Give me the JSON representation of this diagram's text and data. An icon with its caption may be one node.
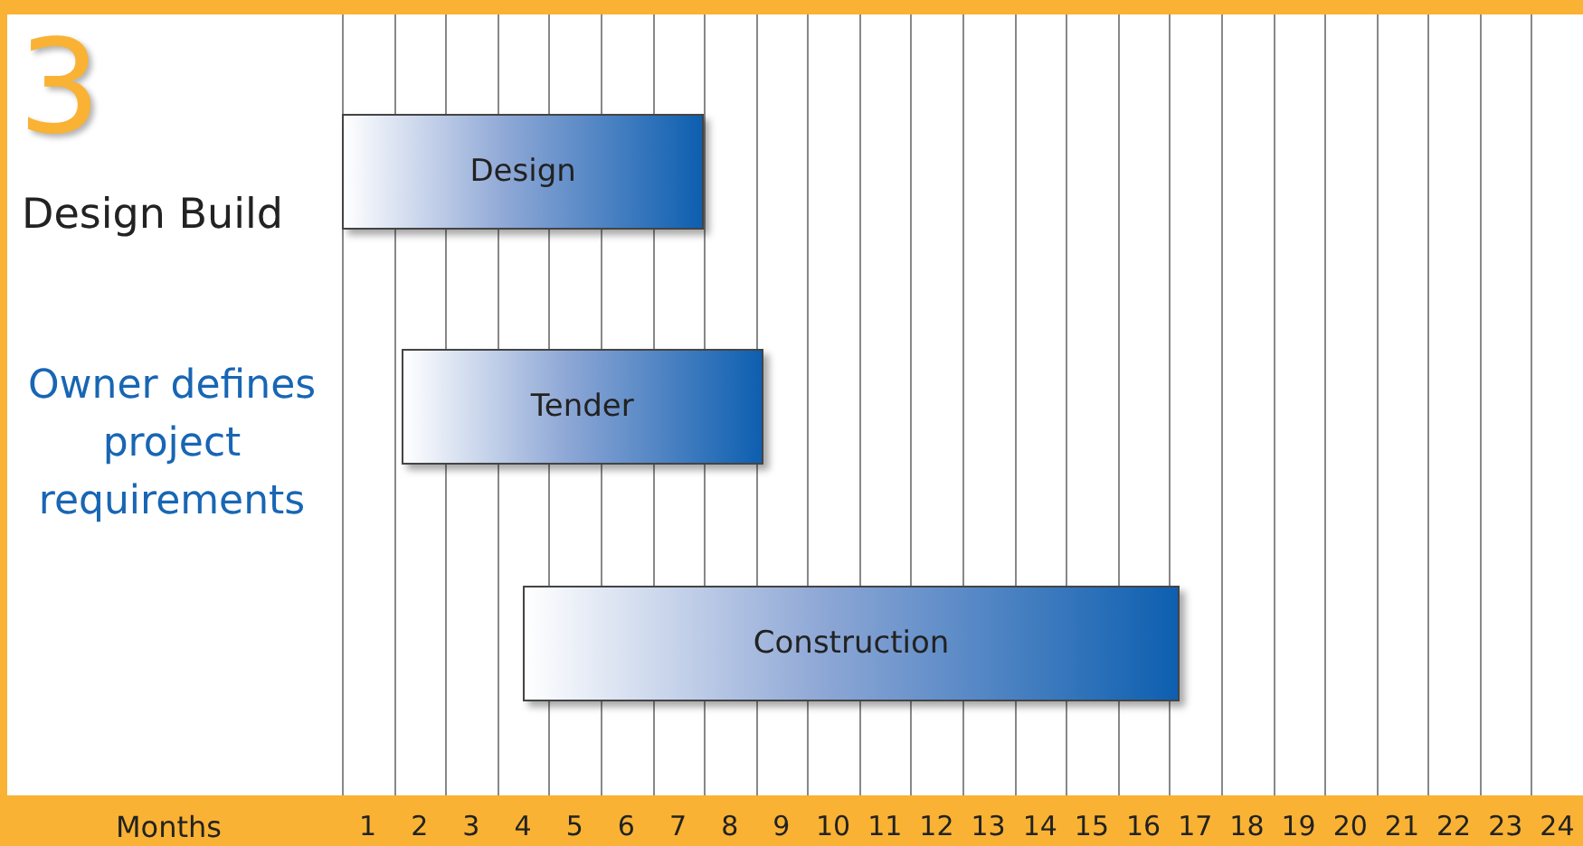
{
  "diagram": {
    "nodes": [
      {
        "text": [
          "Design"
        ]
      },
      {
        "text": [
          "Tender"
        ]
      },
      {
        "text": [
          "Construction"
        ]
      }
    ],
    "labels": [
      "3",
      "Design Build",
      "Owner defines project requirements",
      "Months",
      "1",
      "2",
      "3",
      "4",
      "5",
      "6",
      "7",
      "8",
      "9",
      "10",
      "11",
      "12",
      "13",
      "14",
      "15",
      "16",
      "17",
      "18",
      "19",
      "20",
      "21",
      "22",
      "23",
      "24"
    ]
  }
}
